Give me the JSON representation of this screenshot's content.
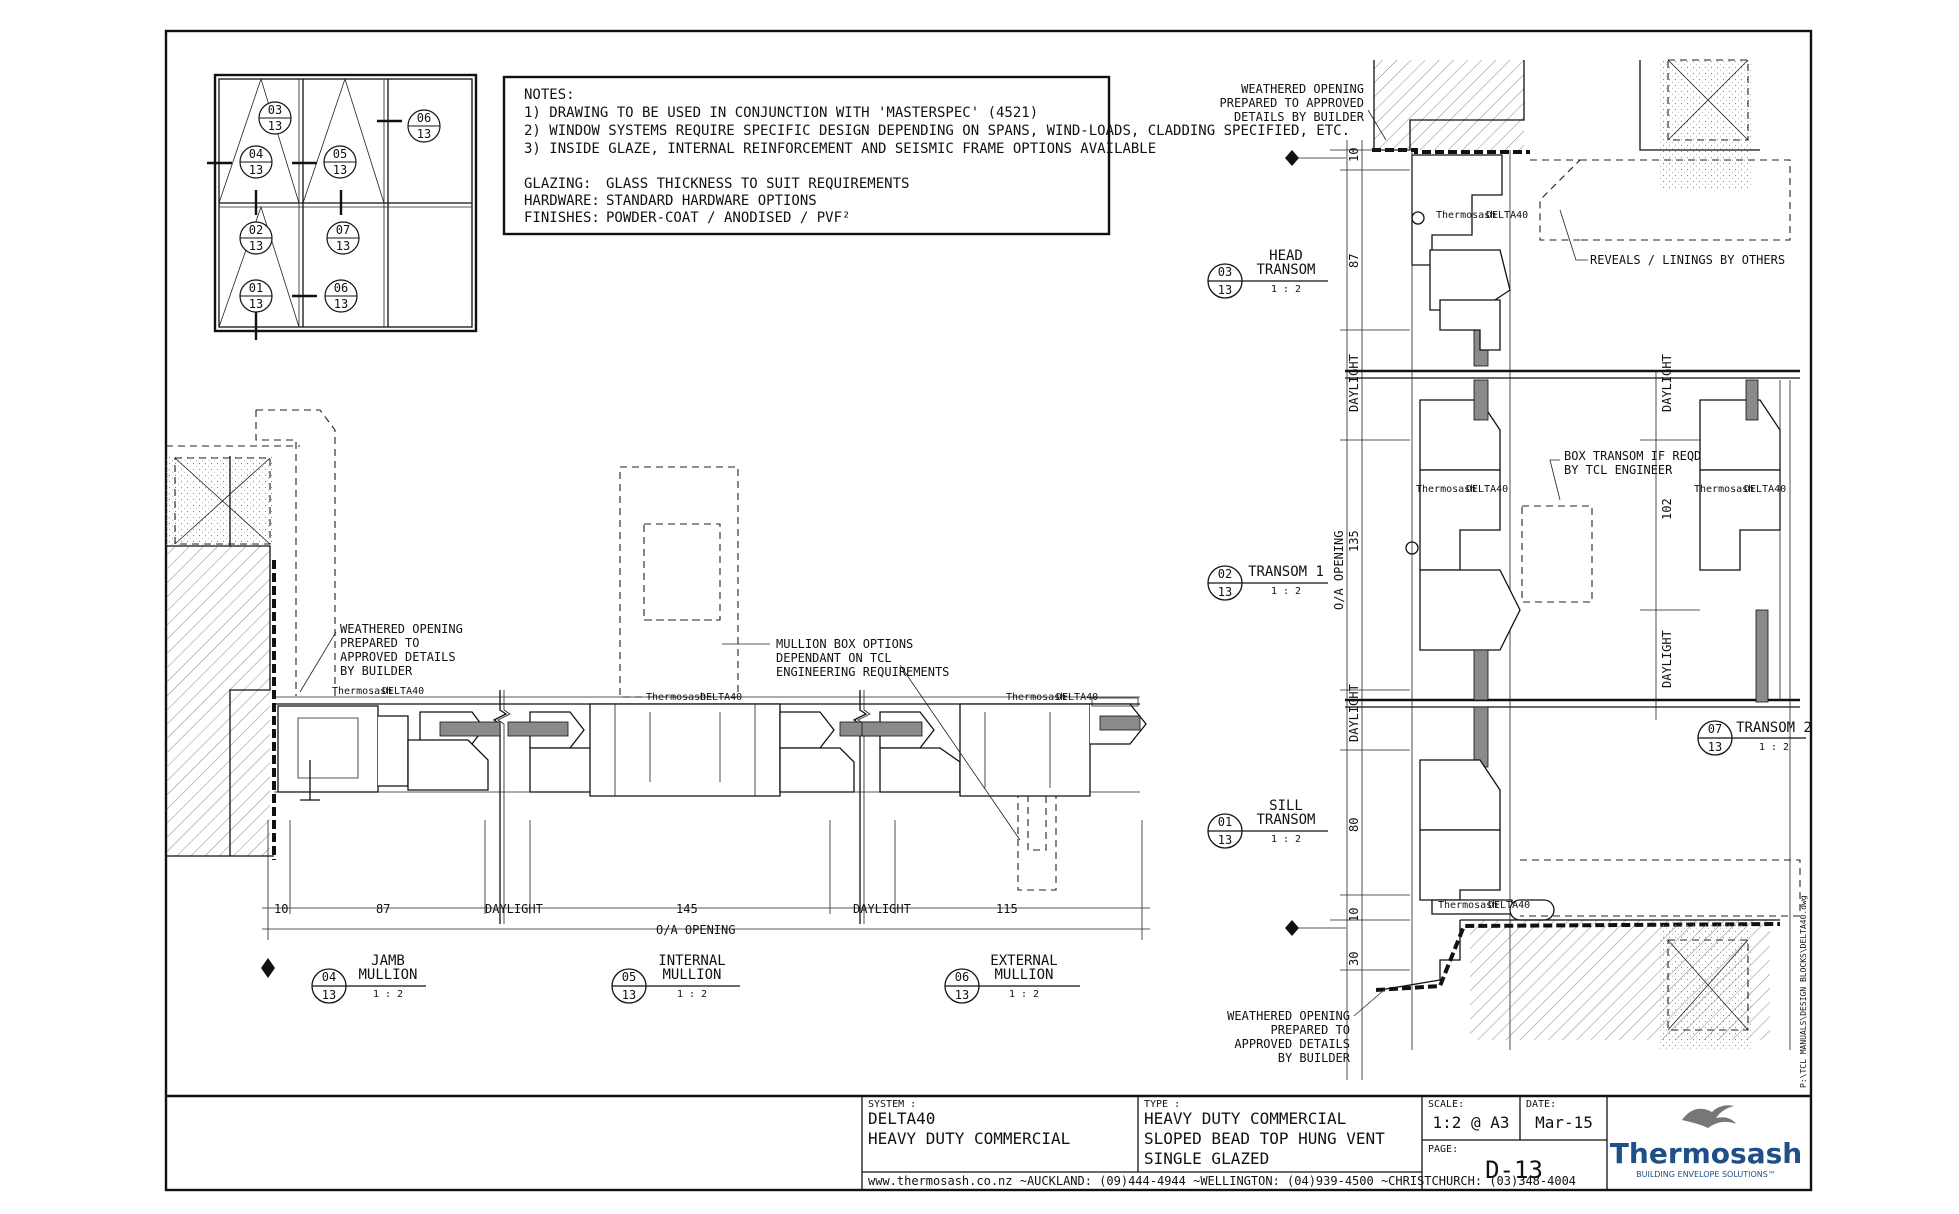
{
  "notes": {
    "heading": "NOTES:",
    "lines": [
      "1) DRAWING TO BE USED IN CONJUNCTION WITH 'MASTERSPEC' (4521)",
      "2) WINDOW SYSTEMS REQUIRE SPECIFIC DESIGN DEPENDING ON SPANS, WIND-LOADS, CLADDING SPECIFIED, ETC.",
      "3) INSIDE GLAZE, INTERNAL REINFORCEMENT AND SEISMIC FRAME OPTIONS AVAILABLE"
    ],
    "specs": [
      {
        "label": "GLAZING:",
        "value": "GLASS THICKNESS TO SUIT REQUIREMENTS"
      },
      {
        "label": "HARDWARE:",
        "value": "STANDARD HARDWARE OPTIONS"
      },
      {
        "label": "FINISHES:",
        "value": "POWDER-COAT / ANODISED / PVF²"
      }
    ]
  },
  "key_plan": {
    "markers": [
      {
        "num": "03",
        "sheet": "13"
      },
      {
        "num": "04",
        "sheet": "13"
      },
      {
        "num": "05",
        "sheet": "13"
      },
      {
        "num": "06",
        "sheet": "13"
      },
      {
        "num": "02",
        "sheet": "13"
      },
      {
        "num": "07",
        "sheet": "13"
      },
      {
        "num": "01",
        "sheet": "13"
      },
      {
        "num": "06",
        "sheet": "13"
      }
    ]
  },
  "sections": {
    "jamb": {
      "num": "04",
      "sheet": "13",
      "line1": "JAMB",
      "line2": "MULLION",
      "scale": "1 : 2"
    },
    "internal": {
      "num": "05",
      "sheet": "13",
      "line1": "INTERNAL",
      "line2": "MULLION",
      "scale": "1 : 2"
    },
    "external": {
      "num": "06",
      "sheet": "13",
      "line1": "EXTERNAL",
      "line2": "MULLION",
      "scale": "1 : 2"
    },
    "head": {
      "num": "03",
      "sheet": "13",
      "line1": "HEAD",
      "line2": "TRANSOM",
      "scale": "1 : 2"
    },
    "transom1": {
      "num": "02",
      "sheet": "13",
      "line1": "TRANSOM 1",
      "scale": "1 : 2"
    },
    "sill": {
      "num": "01",
      "sheet": "13",
      "line1": "SILL",
      "line2": "TRANSOM",
      "scale": "1 : 2"
    },
    "transom2": {
      "num": "07",
      "sheet": "13",
      "line1": "TRANSOM 2",
      "scale": "1 : 2"
    }
  },
  "annotations": {
    "weathered_left": [
      "WEATHERED OPENING",
      "PREPARED TO",
      "APPROVED DETAILS",
      "BY BUILDER"
    ],
    "mullion_box": [
      "MULLION BOX OPTIONS",
      "DEPENDANT ON TCL",
      "ENGINEERING REQUIREMENTS"
    ],
    "weathered_top": [
      "WEATHERED OPENING",
      "PREPARED TO APPROVED",
      "DETAILS BY BUILDER"
    ],
    "reveals": "REVEALS / LININGS BY OTHERS",
    "box_transom": [
      "BOX TRANSOM IF REQD",
      "BY TCL ENGINEER"
    ],
    "weathered_bottom": [
      "WEATHERED OPENING",
      "PREPARED TO",
      "APPROVED DETAILS",
      "BY BUILDER"
    ],
    "brand_tag": "Thermosash",
    "brand_tag_sub": "DELTA40",
    "file_path": "P:\\TCL MANUALS\\DESIGN BLOCKS\\DELTA40.dwg"
  },
  "dims_horizontal": {
    "d10": "10",
    "d87": "87",
    "daylight_a": "DAYLIGHT",
    "d145": "145",
    "daylight_b": "DAYLIGHT",
    "d115": "115",
    "oa": "O/A OPENING"
  },
  "dims_vertical": {
    "d10_top": "10",
    "d87": "87",
    "daylight_1": "DAYLIGHT",
    "oa": "O/A OPENING",
    "d135": "135",
    "daylight_2": "DAYLIGHT",
    "d80": "80",
    "d10_bot": "10",
    "d30": "30",
    "daylight_r1": "DAYLIGHT",
    "d102": "102",
    "daylight_r2": "DAYLIGHT"
  },
  "title_block": {
    "system_label": "SYSTEM :",
    "system_lines": [
      "DELTA40",
      "HEAVY DUTY COMMERCIAL"
    ],
    "type_label": "TYPE :",
    "type_lines": [
      "HEAVY DUTY COMMERCIAL",
      "SLOPED BEAD TOP HUNG VENT",
      "SINGLE GLAZED"
    ],
    "scale_label": "SCALE:",
    "scale_value": "1:2 @ A3",
    "date_label": "DATE:",
    "date_value": "Mar-15",
    "page_label": "PAGE:",
    "page_value": "D-13",
    "contact": "www.thermosash.co.nz ~AUCKLAND: (09)444-4944 ~WELLINGTON: (04)939-4500 ~CHRISTCHURCH: (03)348-4004",
    "logo_name": "Thermosash",
    "logo_tagline": "BUILDING ENVELOPE SOLUTIONS™",
    "logo_color": "#1e4f86"
  }
}
